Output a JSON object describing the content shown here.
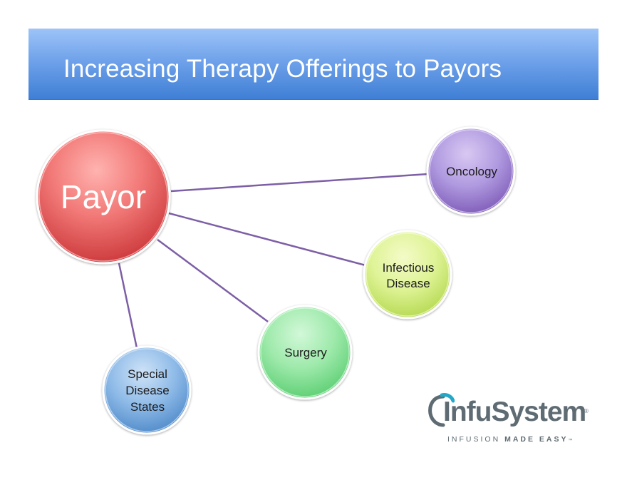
{
  "slide": {
    "title": "Increasing Therapy Offerings to Payors"
  },
  "diagram": {
    "center": {
      "label": "Payor",
      "color": "#d9464a"
    },
    "nodes": [
      {
        "id": "oncology",
        "lines": [
          "Oncology"
        ],
        "color": "#8c65c4"
      },
      {
        "id": "infectious-disease",
        "lines": [
          "Infectious",
          "Disease"
        ],
        "color": "#c5e65a"
      },
      {
        "id": "surgery",
        "lines": [
          "Surgery"
        ],
        "color": "#64d97a"
      },
      {
        "id": "special-disease-states",
        "lines": [
          "Special",
          "Disease",
          "States"
        ],
        "color": "#5d98d3"
      }
    ],
    "connector_color": "#7d5fa6"
  },
  "logo": {
    "brand_part1": "Infu",
    "brand_part2": "System",
    "registered": "®",
    "tagline_thin": "INFUSION ",
    "tagline_bold": "MADE EASY",
    "tagline_tm": "™"
  }
}
